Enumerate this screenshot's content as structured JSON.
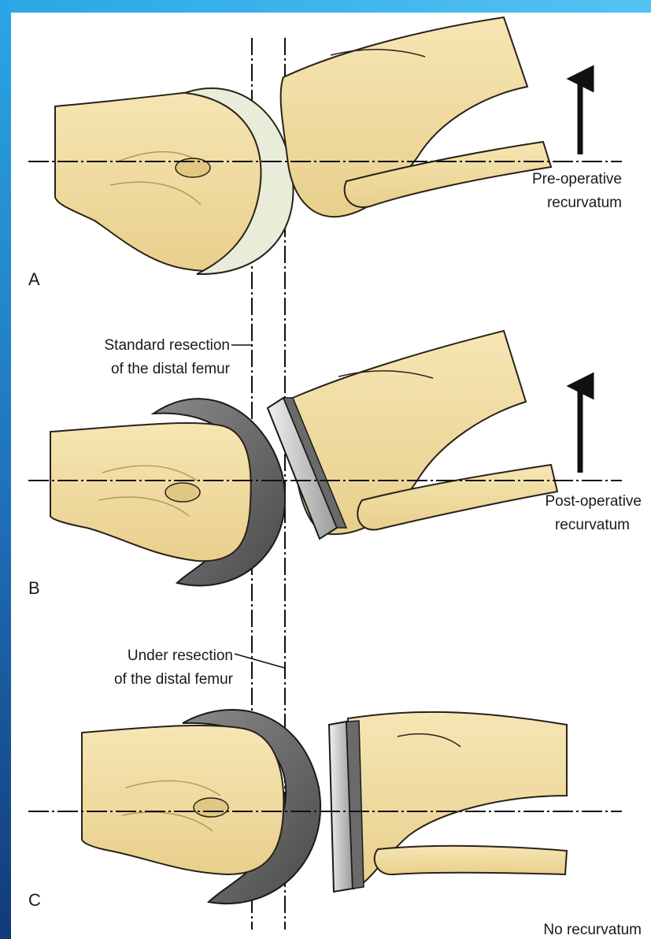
{
  "figure": {
    "panels": [
      {
        "letter": "A",
        "caption_lines": [
          "Pre-operative",
          "recurvatum"
        ],
        "resection_label_lines": [],
        "has_arrow": true,
        "component": "cartilage"
      },
      {
        "letter": "B",
        "caption_lines": [
          "Post-operative",
          "recurvatum"
        ],
        "resection_label_lines": [
          "Standard resection",
          "of the distal femur"
        ],
        "has_arrow": true,
        "component": "implant"
      },
      {
        "letter": "C",
        "caption_lines": [
          "No recurvatum"
        ],
        "resection_label_lines": [
          "Under resection",
          "of the distal femur"
        ],
        "has_arrow": false,
        "component": "implant"
      }
    ],
    "colors": {
      "bone_fill": "#f2dca0",
      "bone_stroke": "#2a2218",
      "cartilage_fill": "#e8ecd8",
      "implant_fill": "#6b6b6b",
      "tibial_insert_fill": "#c9c9c9",
      "slide_accent": "#2aa6e6",
      "slide_dark": "#123a78"
    }
  }
}
